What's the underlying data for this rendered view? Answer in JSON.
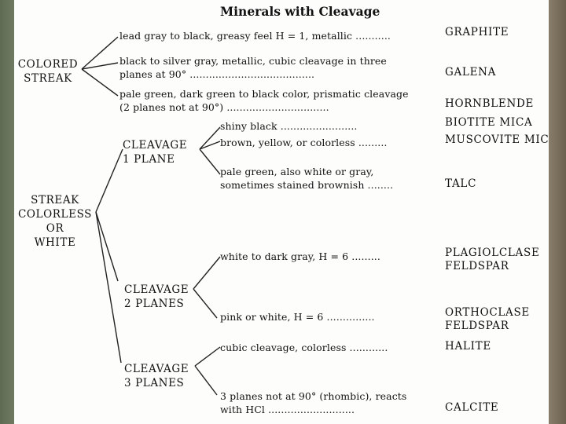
{
  "title": "Minerals with Cleavage",
  "categories": {
    "colored_streak": [
      "COLORED",
      "STREAK"
    ],
    "streak_colorless": [
      "STREAK",
      "COLORLESS",
      "OR",
      "WHITE"
    ],
    "cleavage_1": [
      "CLEAVAGE",
      "1 PLANE"
    ],
    "cleavage_2": [
      "CLEAVAGE",
      "2 PLANES"
    ],
    "cleavage_3": [
      "CLEAVAGE",
      "3 PLANES"
    ]
  },
  "rows": [
    {
      "desc": [
        "lead gray to black, greasy feel H = 1, metallic ..........."
      ],
      "mineral": [
        "GRAPHITE"
      ]
    },
    {
      "desc": [
        "black to silver gray, metallic, cubic cleavage in three",
        "planes at 90° ......................................."
      ],
      "mineral": [
        "GALENA"
      ]
    },
    {
      "desc": [
        "pale green, dark green to black color, prismatic cleavage",
        "(2 planes not at 90°) ................................"
      ],
      "mineral": [
        "HORNBLENDE"
      ]
    },
    {
      "desc": [
        "shiny black ........................"
      ],
      "mineral": [
        "BIOTITE MICA"
      ]
    },
    {
      "desc": [
        "brown, yellow, or colorless ........."
      ],
      "mineral": [
        "MUSCOVITE MICA"
      ]
    },
    {
      "desc": [
        "pale green, also white or gray,",
        "sometimes stained brownish ........"
      ],
      "mineral": [
        "TALC"
      ]
    },
    {
      "desc": [
        "white to dark gray, H = 6 ........."
      ],
      "mineral": [
        "PLAGIOLCLASE",
        "FELDSPAR"
      ]
    },
    {
      "desc": [
        "pink or white, H = 6 ..............."
      ],
      "mineral": [
        "ORTHOCLASE",
        "FELDSPAR"
      ]
    },
    {
      "desc": [
        "cubic cleavage, colorless ............"
      ],
      "mineral": [
        "HALITE"
      ]
    },
    {
      "desc": [
        "3 planes not at 90° (rhombic), reacts",
        "with HCl ..........................."
      ],
      "mineral": [
        "CALCITE"
      ]
    }
  ]
}
